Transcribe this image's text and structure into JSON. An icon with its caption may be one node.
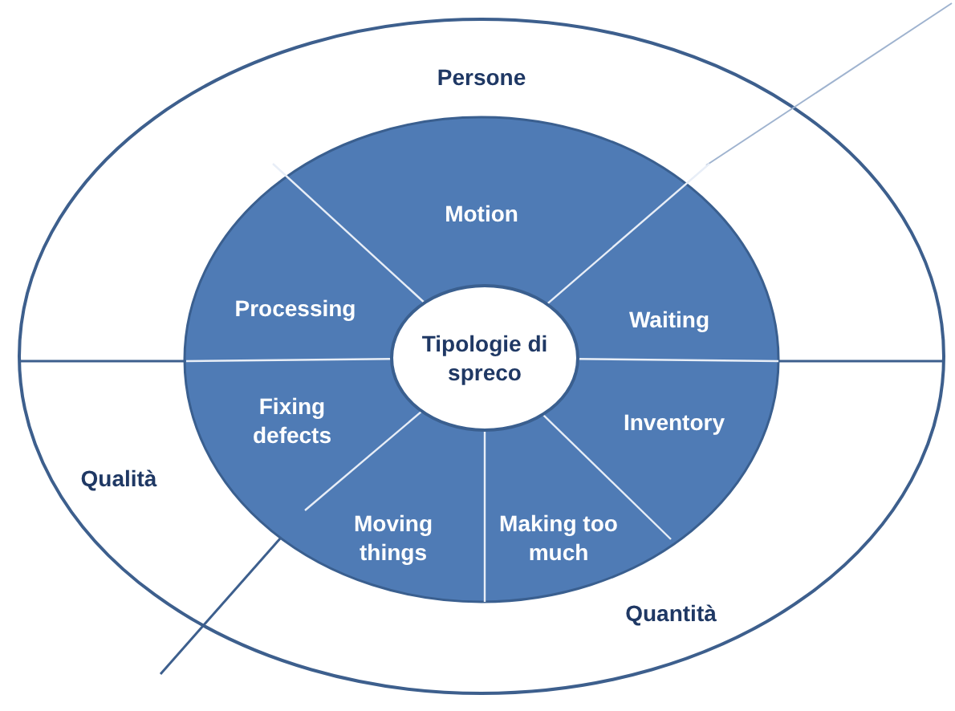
{
  "diagram": {
    "nodes": [
      {
        "text": [
          "Motion"
        ]
      },
      {
        "text": [
          "Processing"
        ]
      },
      {
        "text": [
          "Waiting"
        ]
      },
      {
        "text": [
          "Tipologie di spreco"
        ]
      },
      {
        "text": [
          "Fixing defects"
        ]
      },
      {
        "text": [
          "Inventory"
        ]
      },
      {
        "text": [
          "Moving things"
        ]
      },
      {
        "text": [
          "Making too much"
        ]
      }
    ],
    "labels": [
      "Persone",
      "Qualità",
      "Quantità"
    ]
  }
}
